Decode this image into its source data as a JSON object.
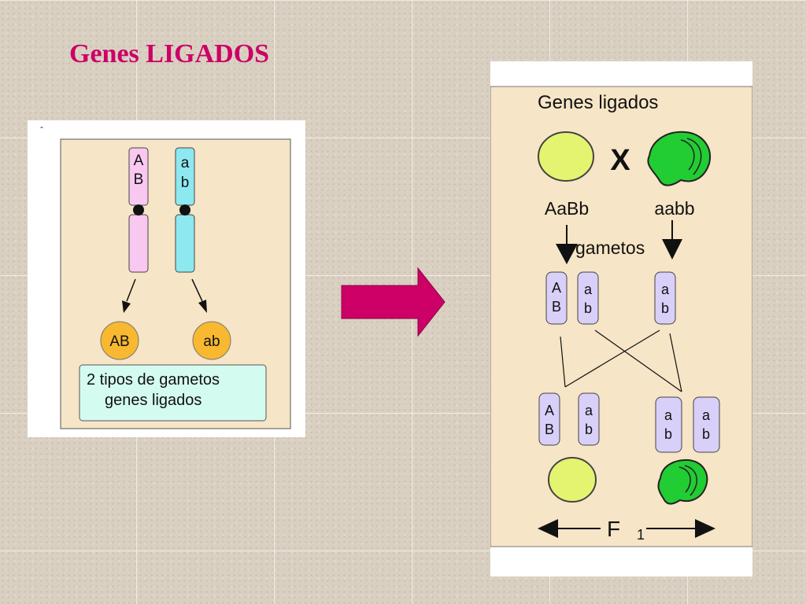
{
  "slide": {
    "title": "Genes LIGADOS",
    "colors": {
      "title": "#cc0066",
      "arrow": "#cc0066",
      "panel_bg": "#f6e5c6"
    }
  },
  "left_diagram": {
    "corner_mark": "-",
    "chromosome_1": {
      "top_alleles": [
        "A",
        "B"
      ],
      "color": "#f8c8f0"
    },
    "chromosome_2": {
      "top_alleles": [
        "a",
        "b"
      ],
      "color": "#8ee8f0"
    },
    "gametes": [
      "AB",
      "ab"
    ],
    "caption_line1": "2 tipos de gametos",
    "caption_line2": "genes ligados"
  },
  "right_diagram": {
    "title": "Genes ligados",
    "cross_symbol": "X",
    "parent_1": "AaBb",
    "parent_2": "aabb",
    "gametes_label": "gametos",
    "gamete_row": [
      [
        "A",
        "B"
      ],
      [
        "a",
        "b"
      ],
      [
        "a",
        "b"
      ]
    ],
    "offspring_row": [
      [
        "A",
        "B"
      ],
      [
        "a",
        "b"
      ],
      [
        "a",
        "b"
      ],
      [
        "a",
        "b"
      ]
    ],
    "f_label": "F",
    "f_subscript": "1"
  }
}
